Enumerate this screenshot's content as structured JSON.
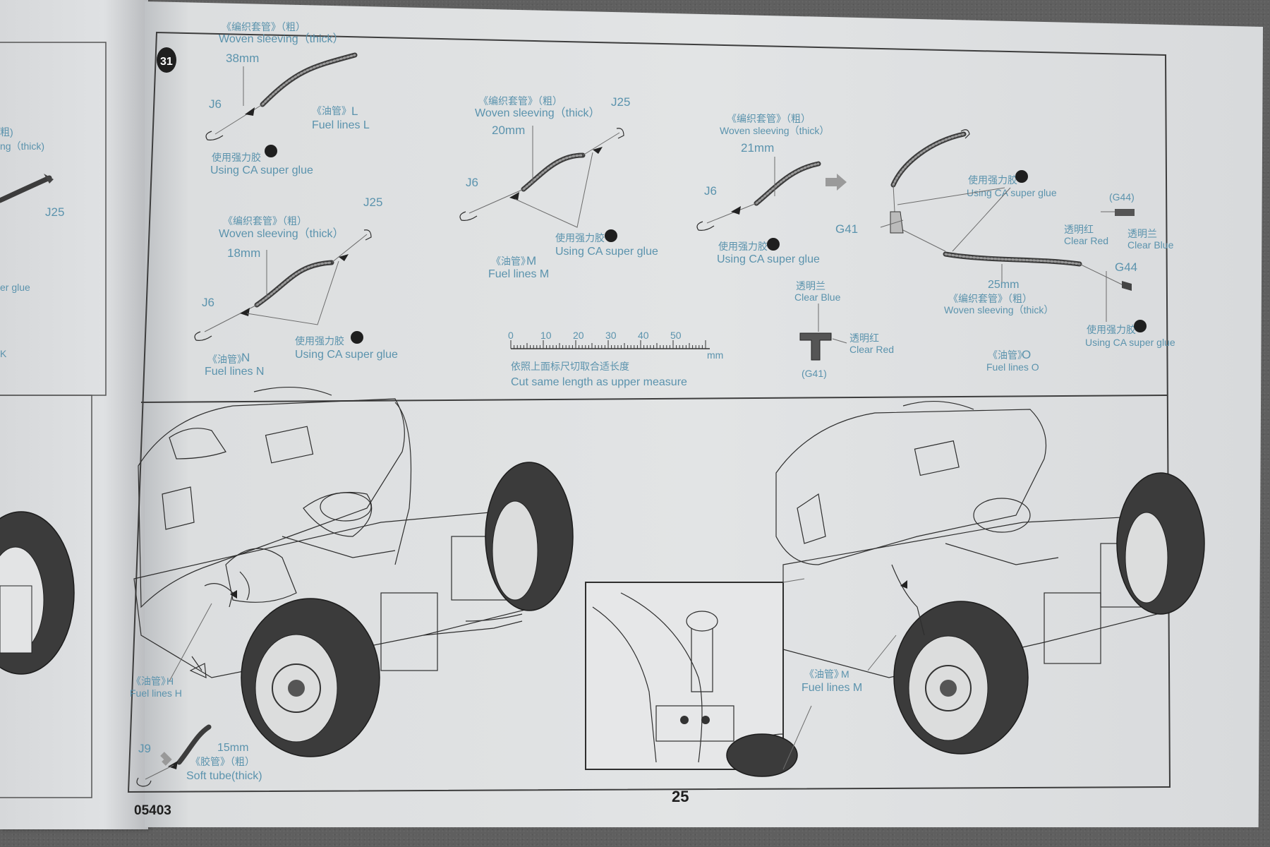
{
  "step": {
    "number": "31"
  },
  "page": {
    "number": "25",
    "code": "05403"
  },
  "labels": {
    "woven_cn": "《编织套管》（粗）",
    "woven_en": "Woven sleeving（thick）",
    "glue_cn": "使用强力胶",
    "glue_en": "Using CA super glue",
    "fuel_cn": "《油管》",
    "clear_blue_cn": "透明兰",
    "clear_blue_en": "Clear Blue",
    "clear_red_cn": "透明红",
    "clear_red_en": "Clear Red",
    "soft_cn": "《胶管》（粗）",
    "soft_en": "Soft tube(thick)",
    "measure_cn": "依照上面标尺切取合适长度",
    "measure_en": "Cut same length as upper measure"
  },
  "parts": {
    "j6": "J6",
    "j25": "J25",
    "j9": "J9",
    "g41": "G41",
    "g44": "G44",
    "g41_paren": "(G41)",
    "g44_paren": "(G44)",
    "l_code": "L",
    "m_code": "M",
    "n_code": "N",
    "o_code": "O",
    "h_code": "H"
  },
  "fuel_lines": {
    "l": "Fuel lines L",
    "m": "Fuel lines M",
    "n": "Fuel lines N",
    "o": "Fuel lines O",
    "h": "Fuel lines H"
  },
  "lengths": {
    "l": "38mm",
    "m": "20mm",
    "n": "18mm",
    "o_top": "21mm",
    "o_bottom": "25mm",
    "soft": "15mm"
  },
  "ruler": {
    "ticks": [
      "0",
      "10",
      "20",
      "30",
      "40",
      "50"
    ],
    "unit": "mm"
  },
  "left_page": {
    "snippets": [
      "粗)",
      "ng（thick)",
      "J25",
      "er glue",
      "K"
    ]
  },
  "colors": {
    "instruction_blue": "#5b93ad",
    "paper": "#e0e2e3",
    "ink": "#2e2e2e"
  }
}
